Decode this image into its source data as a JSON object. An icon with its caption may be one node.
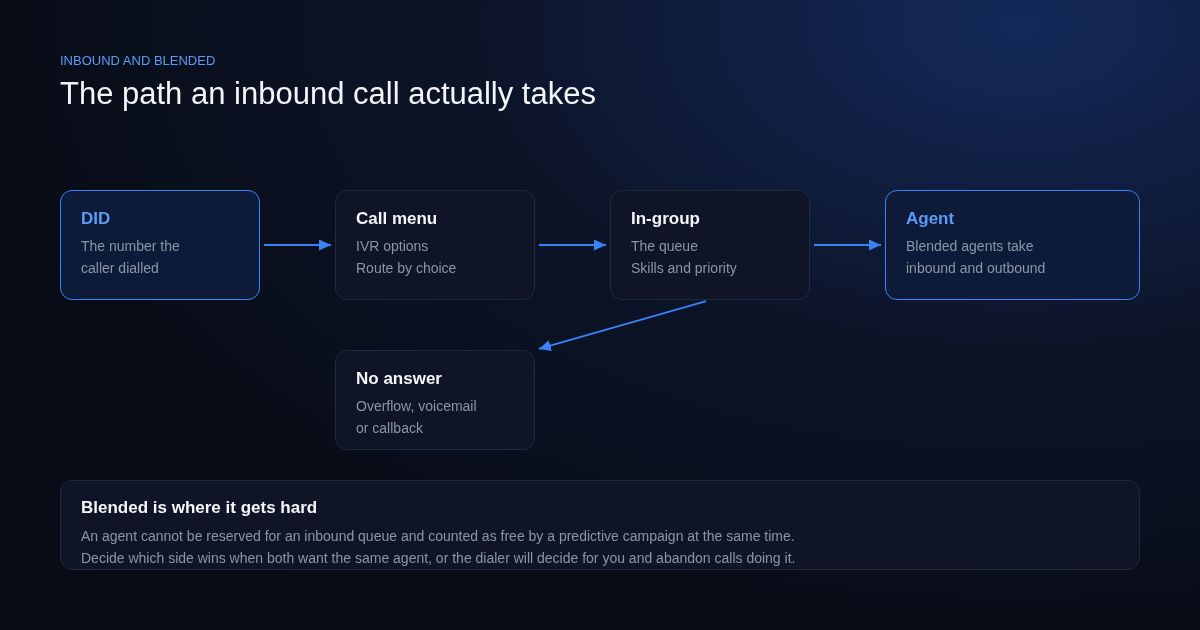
{
  "diagram": {
    "title": "The path an inbound call actually takes",
    "nodes": [
      {
        "text": [
          "DID",
          "The number the caller dialled"
        ]
      },
      {
        "text": [
          "Call menu",
          "IVR options",
          "Route by choice"
        ]
      },
      {
        "text": [
          "In-group",
          "The queue",
          "Skills and priority"
        ]
      },
      {
        "text": [
          "Agent",
          "Blended agents take inbound and outbound"
        ]
      },
      {
        "text": [
          "No answer",
          "Overflow, voicemail or callback"
        ]
      },
      {
        "text": [
          "Blended is where it gets hard",
          "An agent cannot be reserved for an inbound queue and counted as free by a predictive campaign at the same time.",
          "Decide which side wins when both want the same agent, or the dialer will decide for you and abandon calls doing it."
        ]
      }
    ],
    "edges": [
      {
        "from": 0,
        "to": 1,
        "arrow": "to"
      },
      {
        "from": 1,
        "to": 2,
        "arrow": "to"
      },
      {
        "from": 2,
        "to": 3,
        "arrow": "to"
      },
      {
        "from": 2,
        "to": 4,
        "arrow": "to"
      }
    ],
    "labels": [
      "INBOUND AND BLENDED"
    ]
  }
}
